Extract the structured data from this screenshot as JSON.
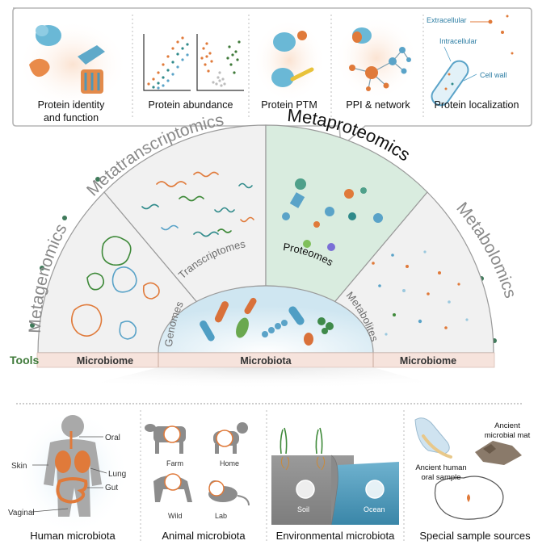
{
  "top_panel": {
    "items": [
      {
        "label_lines": [
          "Protein identity",
          "and function"
        ]
      },
      {
        "label_lines": [
          "Protein abundance"
        ]
      },
      {
        "label_lines": [
          "Protein PTM"
        ]
      },
      {
        "label_lines": [
          "PPI & network"
        ]
      },
      {
        "label_lines": [
          "Protein localization"
        ]
      }
    ],
    "localization_labels": {
      "extracellular": "Extracellular",
      "intracellular": "Intracellular",
      "cell_wall": "Cell wall"
    }
  },
  "arc": {
    "outer_labels": {
      "metagenomics": "Metagenomics",
      "metatranscriptomics": "Metatranscriptomics",
      "metaproteomics": "Metaproteomics",
      "metabolomics": "Metabolomics"
    },
    "inner_labels": {
      "genomes": "Genomes",
      "transcriptomes": "Transcriptomes",
      "proteomes": "Proteomes",
      "metabolites": "Metabolites"
    }
  },
  "tools_bar": {
    "tools_label": "Tools",
    "left": "Microbiome",
    "center": "Microbiota",
    "right": "Microbiome"
  },
  "bottom_panels": {
    "human": {
      "title": "Human microbiota",
      "labels": {
        "oral": "Oral",
        "skin": "Skin",
        "lung": "Lung",
        "gut": "Gut",
        "vaginal": "Vaginal"
      }
    },
    "animal": {
      "title": "Animal microbiota",
      "labels": {
        "farm": "Farm",
        "home": "Home",
        "wild": "Wild",
        "lab": "Lab"
      }
    },
    "environmental": {
      "title": "Environmental microbiota",
      "labels": {
        "soil": "Soil",
        "ocean": "Ocean"
      }
    },
    "special": {
      "title": "Special sample sources",
      "labels": {
        "mat_lines": [
          "Ancient",
          "microbial mat"
        ],
        "oral_lines": [
          "Ancient human",
          "oral sample"
        ]
      }
    }
  },
  "colors": {
    "orange": "#e07a3a",
    "teal": "#2f8a8a",
    "blue": "#5aa3c8",
    "green_dot": "#3f7a5a",
    "proteome_bg": "#d9ecdf",
    "bar_bg": "#f6e3dc",
    "grey_text": "#8a8a8a"
  }
}
